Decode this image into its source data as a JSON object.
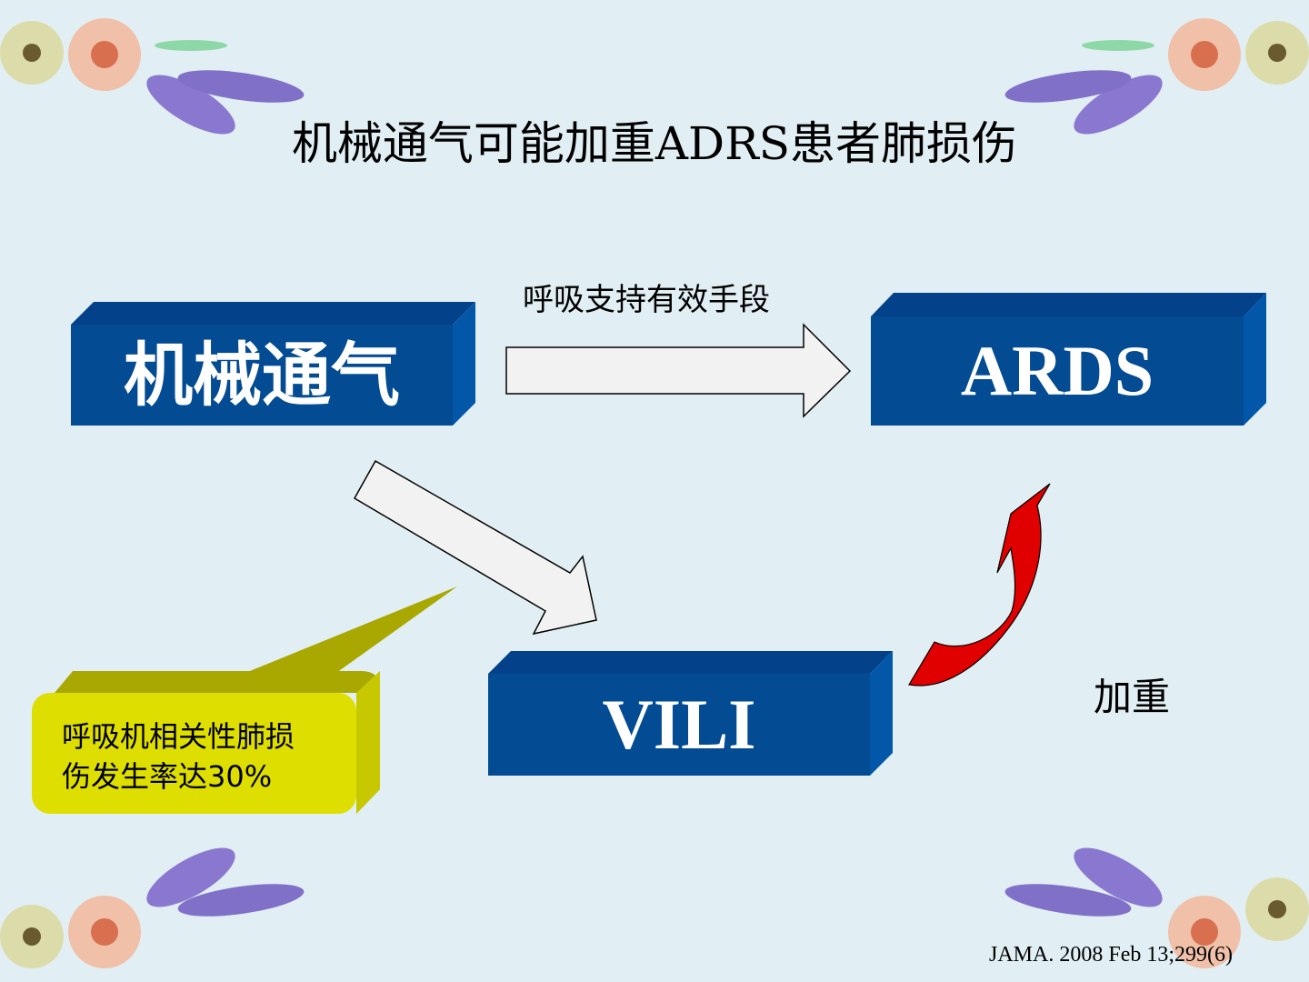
{
  "title": "机械通气可能加重ADRS患者肺损伤",
  "boxes": {
    "mechanical_ventilation": "机械通气",
    "ards": "ARDS",
    "vili": "VILI"
  },
  "labels": {
    "support": "呼吸支持有效手段",
    "worsen": "加重"
  },
  "callout": {
    "line1": "呼吸机相关性肺损",
    "line2": "伤发生率达30%"
  },
  "citation": "JAMA. 2008 Feb 13;299(6)",
  "colors": {
    "background": "#e1eff4",
    "box_front": "#034b92",
    "box_side": "#0257a8",
    "callout": "#cccc00",
    "red_arrow": "#e00000"
  }
}
